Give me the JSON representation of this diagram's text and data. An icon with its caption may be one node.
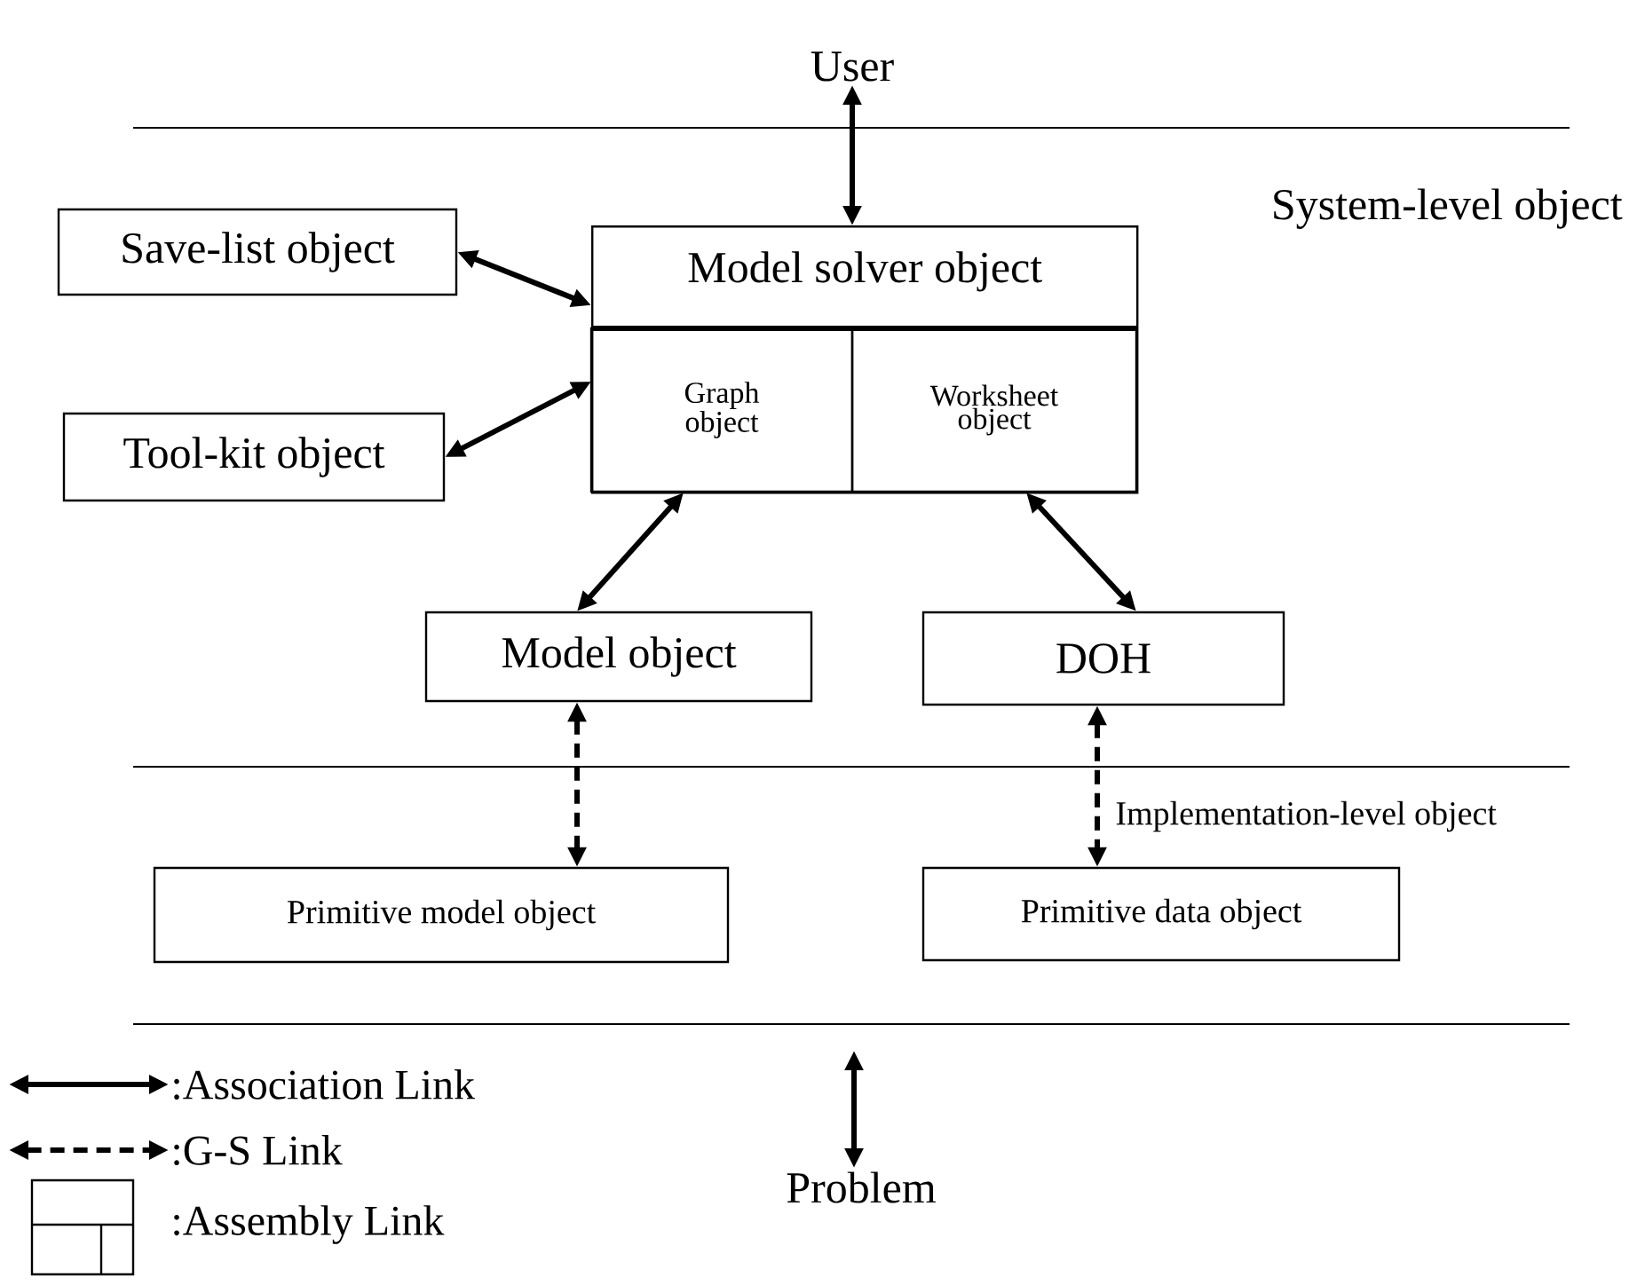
{
  "diagram": {
    "nodes": [
      {
        "text": [
          "User"
        ]
      },
      {
        "text": [
          "Save-list object"
        ]
      },
      {
        "text": [
          "Model solver object"
        ]
      },
      {
        "text": [
          "Graph object"
        ],
        "in": 2
      },
      {
        "text": [
          "Worksheet object"
        ],
        "in": 2
      },
      {
        "text": [
          "Tool-kit object"
        ]
      },
      {
        "text": [
          "Model object"
        ]
      },
      {
        "text": [
          "DOH"
        ]
      },
      {
        "text": [
          "Primitive model object"
        ]
      },
      {
        "text": [
          "Primitive data object"
        ]
      },
      {
        "text": [
          "Problem"
        ]
      }
    ],
    "edges": [
      {
        "from": 0,
        "to": 2,
        "arrow": "both"
      },
      {
        "from": 1,
        "to": 2,
        "arrow": "both"
      },
      {
        "from": 5,
        "to": 2,
        "arrow": "both"
      },
      {
        "from": 3,
        "to": 6,
        "arrow": "both"
      },
      {
        "from": 4,
        "to": 7,
        "arrow": "both"
      },
      {
        "from": 6,
        "to": 8,
        "arrow": "both",
        "style": "dashed"
      },
      {
        "from": 7,
        "to": 9,
        "arrow": "both",
        "style": "dashed"
      },
      {
        "from": null,
        "to": 10,
        "arrow": "both"
      }
    ],
    "labels": [
      "System-level object",
      "Implementation-level object"
    ],
    "legend": [
      {
        "text": ":Association Link"
      },
      {
        "text": ":G-S Link"
      },
      {
        "text": ":Assembly Link"
      }
    ]
  }
}
